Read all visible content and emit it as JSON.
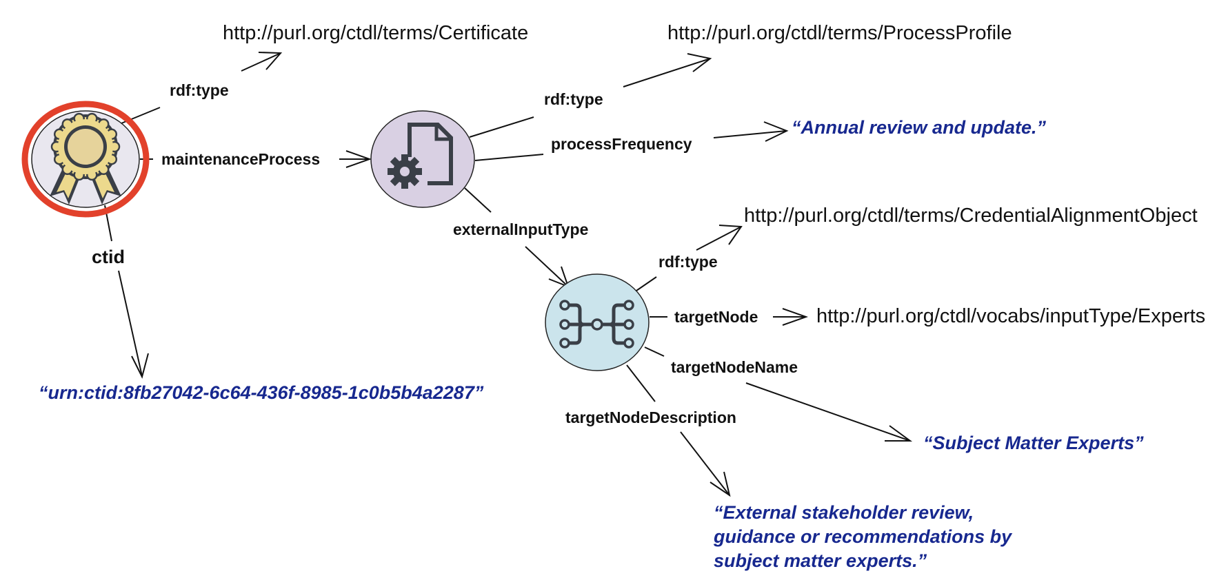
{
  "colors": {
    "literal": "#17288f",
    "certificate_ring": "#e2412b",
    "certificate_fill": "#e9e7ef",
    "process_fill": "#d9d0e3",
    "alignment_fill": "#cbe4ec",
    "icon_dark": "#3a3f47",
    "badge_gold": "#ecd98d",
    "badge_core": "#e6d39b"
  },
  "nodes": {
    "certificate": {
      "icon": "award-badge-icon"
    },
    "process_profile": {
      "icon": "document-gear-icon"
    },
    "alignment_object": {
      "icon": "branching-network-icon"
    }
  },
  "uris": {
    "certificate_type": "http://purl.org/ctdl/terms/Certificate",
    "process_profile_type": "http://purl.org/ctdl/terms/ProcessProfile",
    "alignment_type": "http://purl.org/ctdl/terms/CredentialAlignmentObject",
    "target_node": "http://purl.org/ctdl/vocabs/inputType/Experts"
  },
  "properties": {
    "cert_rdf_type": "rdf:type",
    "maintenance_process": "maintenanceProcess",
    "ctid": "ctid",
    "process_rdf_type": "rdf:type",
    "process_frequency": "processFrequency",
    "external_input_type": "externalInputType",
    "alignment_rdf_type": "rdf:type",
    "target_node": "targetNode",
    "target_node_name": "targetNodeName",
    "target_node_description": "targetNodeDescription"
  },
  "literals": {
    "ctid": "“urn:ctid:8fb27042-6c64-436f-8985-1c0b5b4a2287”",
    "process_frequency": "“Annual review and update.”",
    "target_node_name": "“Subject Matter Experts”",
    "target_node_description": [
      "“External stakeholder review,",
      "guidance or recommendations by",
      "subject matter experts.”"
    ]
  }
}
